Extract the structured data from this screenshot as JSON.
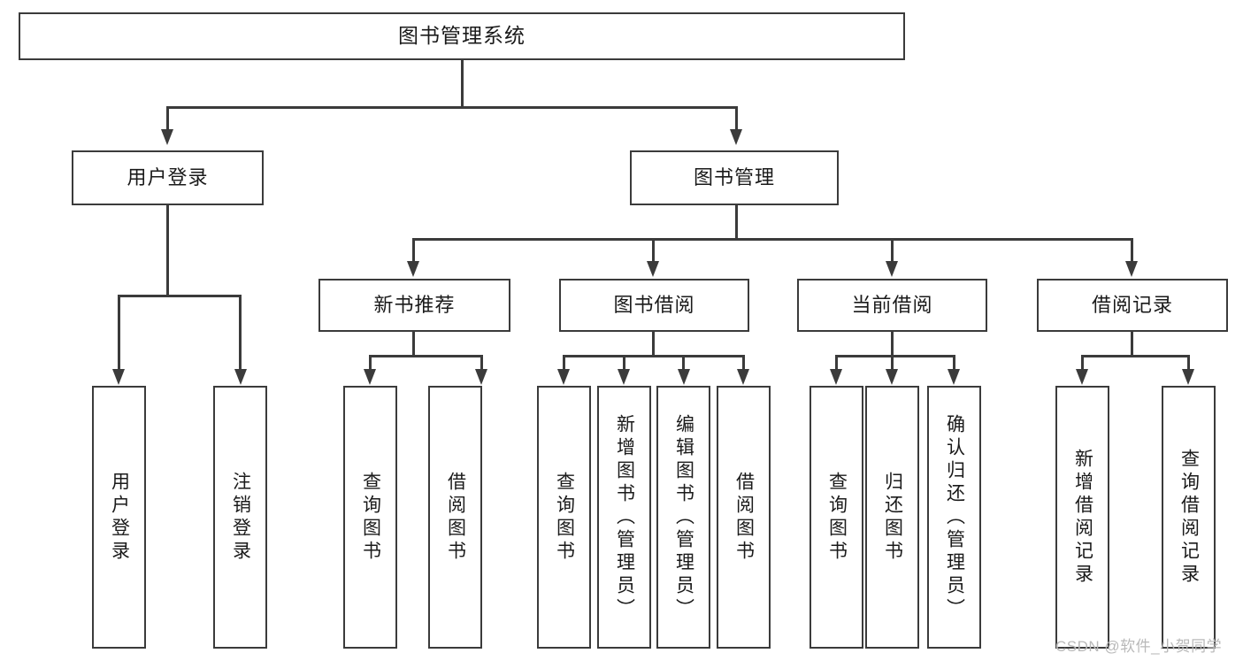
{
  "diagram": {
    "type": "tree-hierarchy-chart",
    "title": "图书管理系统",
    "colors": {
      "border": "#3b3b3b",
      "fill": "#ffffff",
      "text": "#1a1a1a",
      "watermark": "#b9b9b9",
      "background": "#ffffff"
    },
    "root": {
      "label": "图书管理系统"
    },
    "level1": [
      {
        "label": "用户登录"
      },
      {
        "label": "图书管理"
      }
    ],
    "level2": [
      {
        "label": "新书推荐"
      },
      {
        "label": "图书借阅"
      },
      {
        "label": "当前借阅"
      },
      {
        "label": "借阅记录"
      }
    ],
    "leaves": {
      "user_login": [
        {
          "label": "用户登录"
        },
        {
          "label": "注销登录"
        }
      ],
      "new_book_recommend": [
        {
          "label": "查询图书"
        },
        {
          "label": "借阅图书"
        }
      ],
      "book_borrow": [
        {
          "label": "查询图书"
        },
        {
          "label": "新增图书（管理员）"
        },
        {
          "label": "编辑图书（管理员）"
        },
        {
          "label": "借阅图书"
        }
      ],
      "current_borrow": [
        {
          "label": "查询图书"
        },
        {
          "label": "归还图书"
        },
        {
          "label": "确认归还（管理员）"
        }
      ],
      "borrow_record": [
        {
          "label": "新增借阅记录"
        },
        {
          "label": "查询借阅记录"
        }
      ]
    }
  },
  "watermark": {
    "text": "CSDN @软件_小贺同学"
  }
}
